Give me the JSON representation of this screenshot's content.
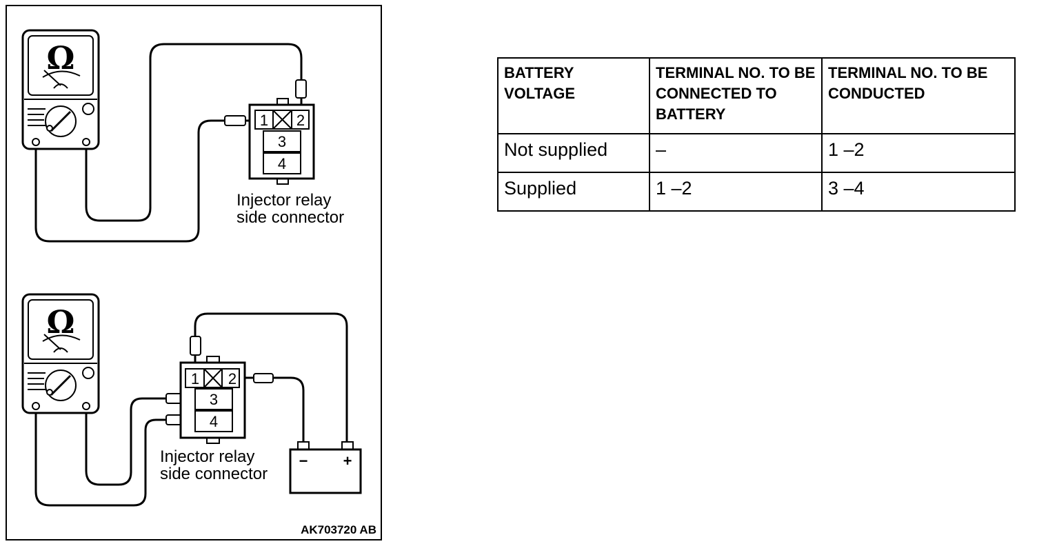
{
  "diagram": {
    "top_label_line1": "Injector relay",
    "top_label_line2": "side connector",
    "bottom_label_line1": "Injector relay",
    "bottom_label_line2": "side connector",
    "meter_symbol": "Ω",
    "pins": [
      "1",
      "2",
      "3",
      "4"
    ],
    "battery_minus": "−",
    "battery_plus": "+",
    "figure_code": "AK703720 AB",
    "icons": [
      "ohmmeter-icon",
      "battery-icon",
      "relay-connector-icon"
    ]
  },
  "table": {
    "headers": [
      "BATTERY VOLTAGE",
      "TERMINAL NO. TO BE CONNECTED TO BATTERY",
      "TERMINAL NO. TO BE CONDUCTED"
    ],
    "rows": [
      [
        "Not supplied",
        "–",
        "1 –2"
      ],
      [
        "Supplied",
        "1 –2",
        "3 –4"
      ]
    ]
  }
}
